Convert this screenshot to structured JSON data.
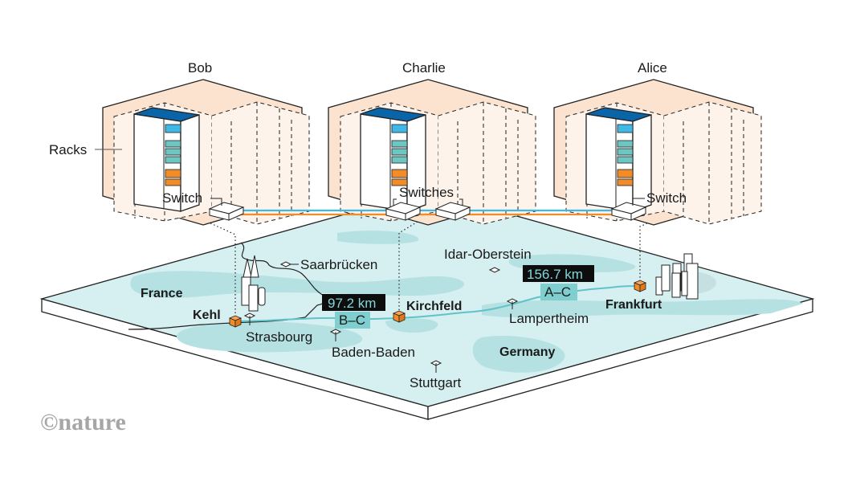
{
  "sites": [
    {
      "id": "bob",
      "name": "Bob",
      "switch_label": "Switch"
    },
    {
      "id": "charlie",
      "name": "Charlie",
      "switch_label": "Switches"
    },
    {
      "id": "alice",
      "name": "Alice",
      "switch_label": "Switch"
    }
  ],
  "racks_label": "Racks",
  "map": {
    "regions": [
      "France",
      "Germany"
    ],
    "nodes": [
      {
        "name": "Kehl",
        "role": "Bob"
      },
      {
        "name": "Kirchfeld",
        "role": "Charlie"
      },
      {
        "name": "Frankfurt",
        "role": "Alice"
      }
    ],
    "cities": [
      "Saarbrücken",
      "Idar-Oberstein",
      "Strasbourg",
      "Baden-Baden",
      "Stuttgart",
      "Lampertheim"
    ],
    "links": [
      {
        "distance": "97.2 km",
        "pair": "B–C"
      },
      {
        "distance": "156.7 km",
        "pair": "A–C"
      }
    ]
  },
  "colors": {
    "hexagon_fill": "#fbe3cf",
    "map_fill": "#d6eff0",
    "map_dark": "#b5e1e2",
    "fiber_blue": "#3fb8e6",
    "fiber_orange": "#f28c28",
    "node_orange": "#f28c28",
    "rack_top": "#0a64a8",
    "rack_teal": "#6cc7c2",
    "label_bg_teal": "#7fcfd1"
  },
  "credit": "©nature"
}
